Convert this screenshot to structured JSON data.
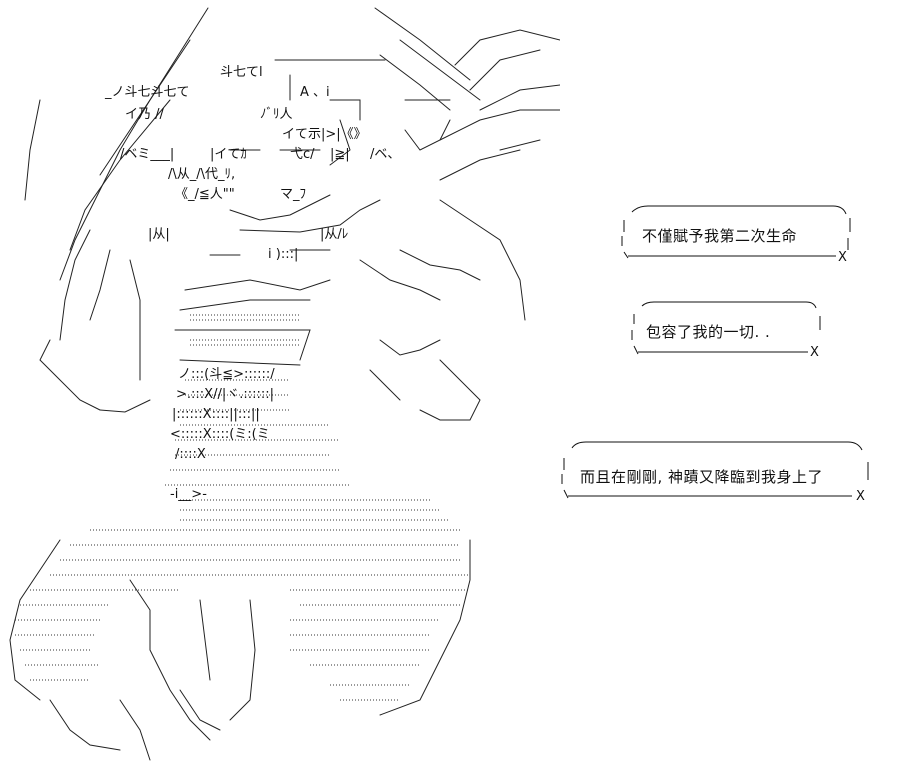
{
  "bubbles": [
    {
      "text": "不僅賦予我第二次生命",
      "tail_glyph": "X"
    },
    {
      "text": "包容了我的一切. .",
      "tail_glyph": "X"
    },
    {
      "text": "而且在剛剛, 神蹟又降臨到我身上了",
      "tail_glyph": "X"
    }
  ],
  "art": {
    "labels": [
      "斗七てl",
      "_ノ斗七斗七て",
      "A 、i",
      "イ乃 //",
      "ﾉﾞﾘ人",
      "イて示|>|《》",
      "/ベミ___|",
      "|イてｶ",
      "弋c/",
      "|≧|",
      "/ベ、",
      "/\\从_/\\代_ﾘ,",
      "《_/≦人\"\"",
      "マ_ﾌ",
      "|从|",
      "|从/ﾚ",
      "i  ):::|",
      "ノ:::(斗≦>::::::/",
      ">.:::X//|ヾ.::::::|",
      "|::::::X::::||:::||",
      "<:::::X::::(ミ:(ミ",
      "/::::X",
      "-i__>-"
    ]
  }
}
